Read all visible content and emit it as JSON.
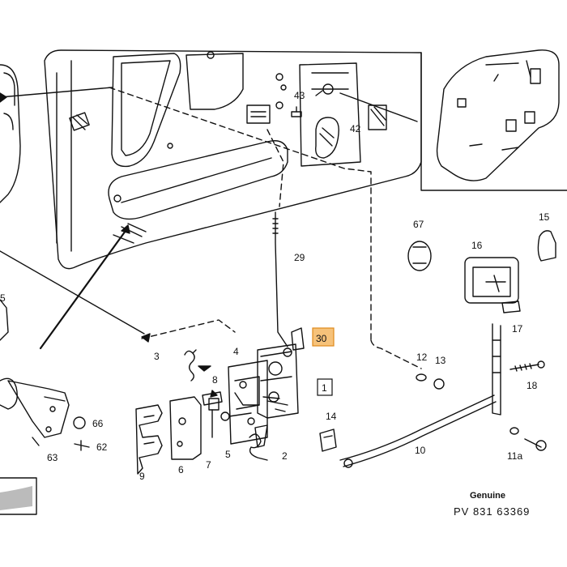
{
  "diagram": {
    "highlight_color": "#f6c27a",
    "highlight_border": "#e08a1a",
    "highlighted_label": "30",
    "boxed_label": "1",
    "labels": {
      "l1": "1",
      "l2": "2",
      "l3": "3",
      "l4": "4",
      "l5": "5",
      "l5b": "5",
      "l6": "6",
      "l7": "7",
      "l8": "8",
      "l9": "9",
      "l10": "10",
      "l11a": "11a",
      "l12": "12",
      "l13": "13",
      "l14": "14",
      "l15": "15",
      "l16": "16",
      "l17": "17",
      "l18": "18",
      "l29": "29",
      "l30": "30",
      "l42": "42",
      "l43": "43",
      "l62": "62",
      "l63": "63",
      "l66": "66",
      "l67": "67"
    }
  },
  "footer": {
    "brand": "Genuine",
    "part_code": "PV 831 63369"
  }
}
